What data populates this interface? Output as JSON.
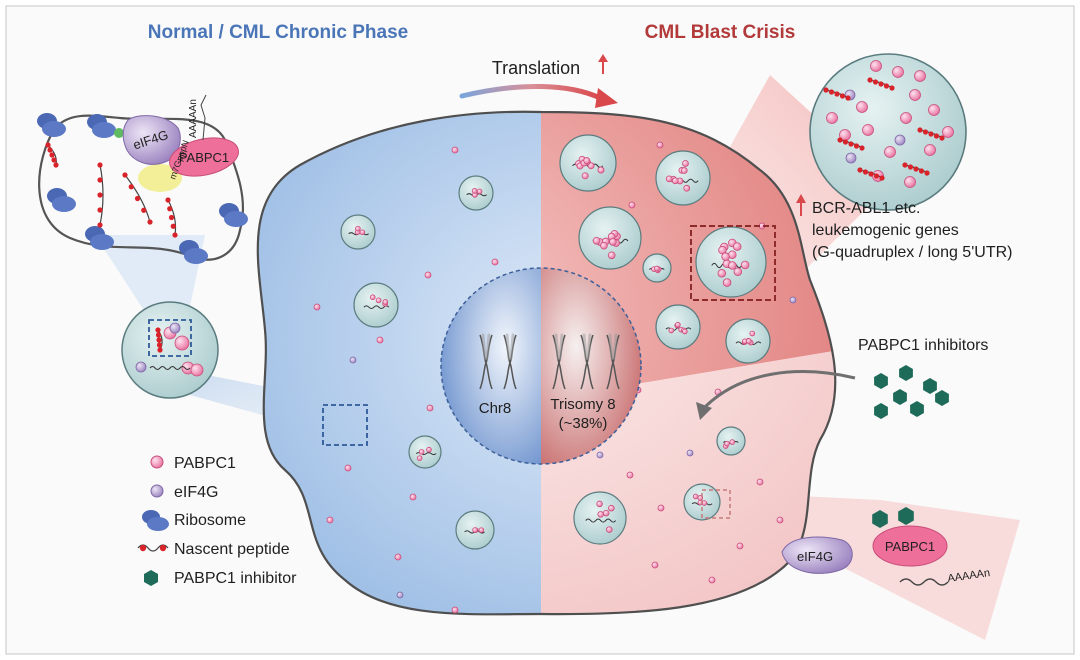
{
  "headers": {
    "left": "Normal / CML Chronic Phase",
    "right": "CML Blast Crisis",
    "left_color": "#4a76b8",
    "right_color": "#b23a3a"
  },
  "translation": {
    "label": "Translation"
  },
  "nucleus": {
    "left_label": "Chr8",
    "right_label_line1": "Trisomy 8",
    "right_label_line2": "(~38%)"
  },
  "left_inset": {
    "eif4g": "eIF4G",
    "pabpc1": "PABPC1",
    "cap": "m7GpppN",
    "polya": "AAAAAn"
  },
  "right_callout": {
    "line1": "BCR-ABL1 etc.",
    "line2": "leukemogenic genes",
    "line3": "(G-quadruplex / long 5'UTR)"
  },
  "inhibitors": {
    "label": "PABPC1 inhibitors"
  },
  "bottom_inset": {
    "eif4g": "eIF4G",
    "pabpc1": "PABPC1",
    "polya": "AAAAAn"
  },
  "legend": [
    {
      "icon": "pabpc1-dot",
      "label": "PABPC1"
    },
    {
      "icon": "eif4g-dot",
      "label": "eIF4G"
    },
    {
      "icon": "ribosome-icon",
      "label": "Ribosome"
    },
    {
      "icon": "nascent-peptide-icon",
      "label": "Nascent peptide"
    },
    {
      "icon": "hexagon-icon",
      "label": "PABPC1 inhibitor"
    }
  ],
  "colors": {
    "pabpc1": "#ee8fb4",
    "eif4g": "#b7a0cf",
    "ribosome": "#4a68b4",
    "inhibitor": "#1f6b5a",
    "cell_blue": "#c7dbf1",
    "cell_red": "#ec9c9a"
  }
}
